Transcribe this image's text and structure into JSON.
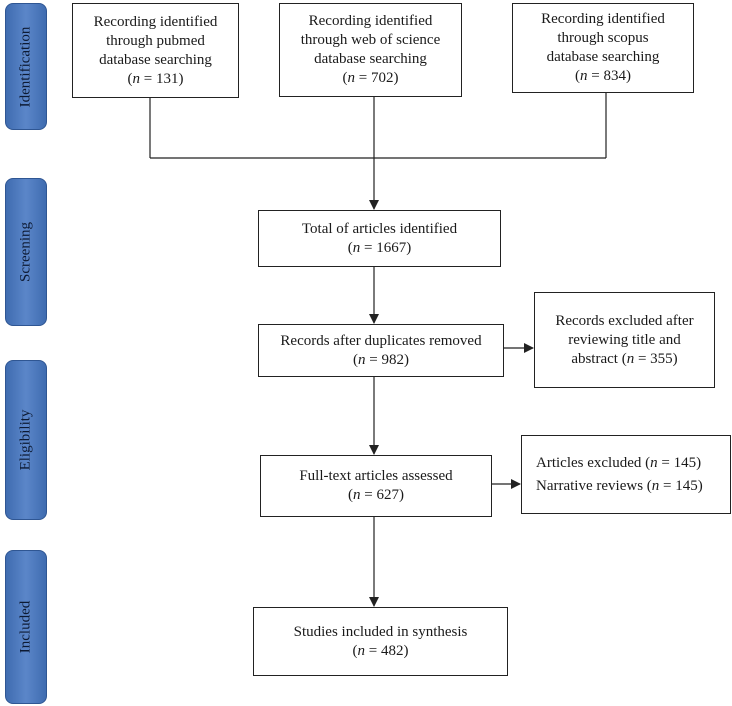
{
  "phases": {
    "identification": "Identification",
    "screening": "Screening",
    "eligibility": "Eligibility",
    "included": "Included"
  },
  "nodes": {
    "pubmed": {
      "lines": [
        "Recording identified",
        "through pubmed",
        "database searching"
      ],
      "n": "= 131)"
    },
    "wos": {
      "lines": [
        "Recording identified",
        "through web of science",
        "database searching"
      ],
      "n": "= 702)"
    },
    "scopus": {
      "lines": [
        "Recording identified",
        "through scopus",
        "database searching"
      ],
      "n": "= 834)"
    },
    "total": {
      "lines": [
        "Total of articles identified"
      ],
      "n": "= 1667)"
    },
    "dedup": {
      "lines": [
        "Records after duplicates removed"
      ],
      "n": "= 982)"
    },
    "excluded_title": {
      "lines": [
        "Records excluded after",
        "reviewing title and"
      ],
      "last_prefix": "abstract (",
      "n": "= 355)"
    },
    "fulltext": {
      "lines": [
        "Full-text articles assessed"
      ],
      "n": "= 627)"
    },
    "excluded_articles": {
      "line1_prefix": "Articles excluded (",
      "line1_n": "= 145)",
      "line2_prefix": "Narrative reviews (",
      "line2_n": "= 145)"
    },
    "included": {
      "lines": [
        "Studies included in synthesis"
      ],
      "n": "= 482)"
    }
  },
  "n_symbol": "n"
}
